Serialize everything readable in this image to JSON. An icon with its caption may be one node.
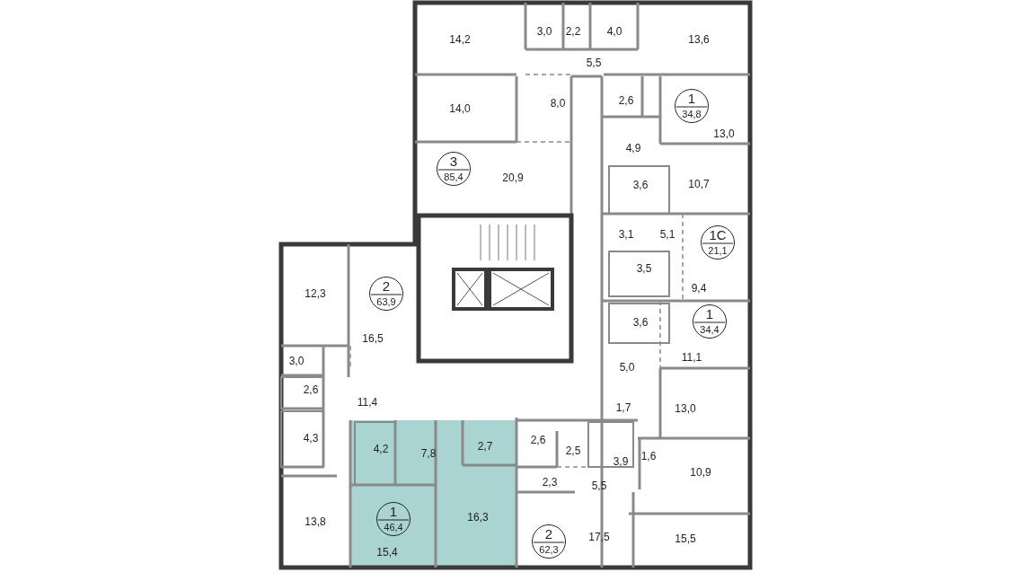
{
  "diagram": {
    "nodes": [
      {
        "text": [
          "1",
          "34,8"
        ]
      },
      {
        "text": [
          "3",
          "85,4"
        ]
      },
      {
        "text": [
          "1С",
          "21,1"
        ]
      },
      {
        "text": [
          "2",
          "63,9"
        ]
      },
      {
        "text": [
          "1",
          "34,4"
        ]
      },
      {
        "text": [
          "1",
          "46,4"
        ]
      },
      {
        "text": [
          "2",
          "62,3"
        ]
      }
    ],
    "labels": [
      "14,2",
      "3,0",
      "2,2",
      "4,0",
      "13,6",
      "5,5",
      "8,0",
      "14,0",
      "2,6",
      "13,0",
      "4,9",
      "20,9",
      "3,6",
      "10,7",
      "3,1",
      "5,1",
      "3,5",
      "12,3",
      "9,4",
      "16,5",
      "3,6",
      "3,0",
      "5,0",
      "11,1",
      "2,6",
      "11,4",
      "1,7",
      "13,0",
      "4,3",
      "4,2",
      "7,8",
      "2,7",
      "2,6",
      "2,5",
      "3,9",
      "1,6",
      "2,3",
      "5,5",
      "10,9",
      "13,8",
      "16,3",
      "17,5",
      "15,5",
      "15,4"
    ]
  }
}
